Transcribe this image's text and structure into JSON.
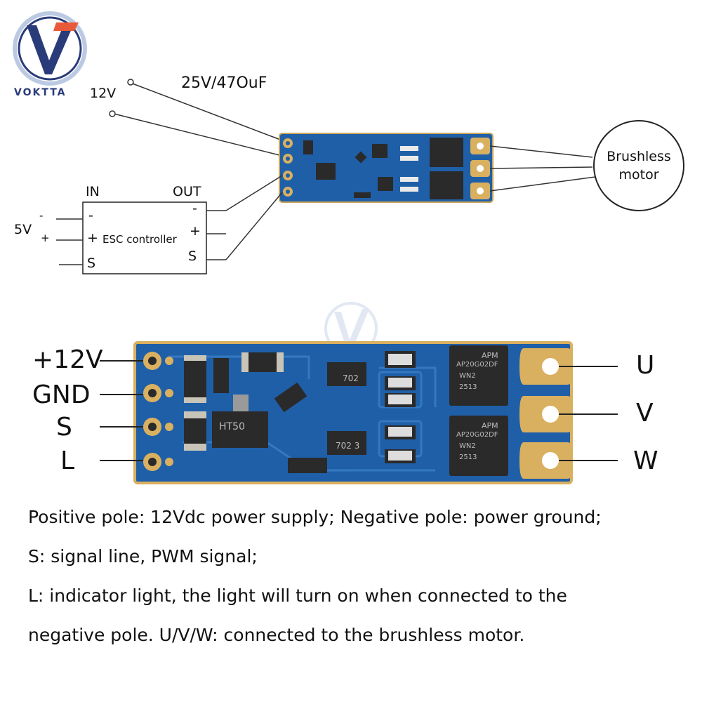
{
  "brand": {
    "name": "VOKTTA",
    "logo_letter": "V"
  },
  "top_diagram": {
    "voltage": "12V",
    "capacitor": "25V/47OuF",
    "esc": {
      "in_label": "IN",
      "out_label": "OUT",
      "title": "ESC controller",
      "in_minus": "-",
      "in_plus": "+",
      "in_s": "S",
      "out_minus": "-",
      "out_plus": "+",
      "out_s": "S"
    },
    "supply": "5V",
    "supply_minus": "-",
    "supply_plus": "+",
    "motor": {
      "line1": "Brushless",
      "line2": "motor"
    }
  },
  "board": {
    "pins_left": [
      "+12V",
      "GND",
      "S",
      "L"
    ],
    "pins_right": [
      "U",
      "V",
      "W"
    ],
    "chip_marks": [
      "HT50",
      "702",
      "702 3"
    ],
    "apm": [
      "APM",
      "AP20G02DF",
      "WN2",
      "2513"
    ]
  },
  "description": [
    "Positive pole: 12Vdc power supply; Negative pole: power ground;",
    "S: signal line, PWM signal;",
    "L: indicator light, the light will turn on when connected to the",
    "negative pole. U/V/W: connected to the brushless motor."
  ],
  "colors": {
    "pcb": "#1f5fa8",
    "pcb_dark": "#174a86",
    "gold": "#d9b060",
    "chip": "#2a2a2a",
    "logo": "#2a3b7a"
  }
}
